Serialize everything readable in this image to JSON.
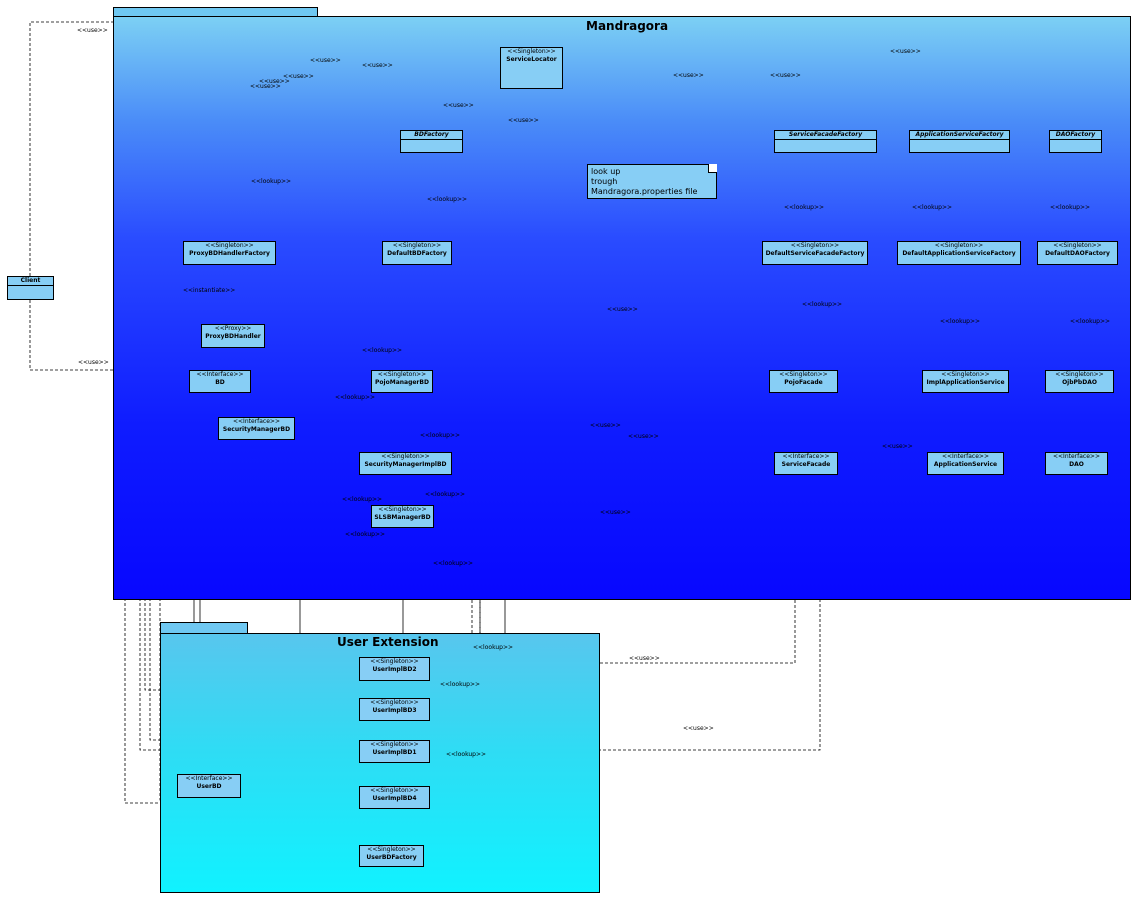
{
  "packages": {
    "mandragora": "Mandragora",
    "user_extension": "User Extension"
  },
  "note": {
    "lines": [
      "look up",
      "trough",
      "Mandragora.properties file"
    ]
  },
  "classes": {
    "client": {
      "name": "Client"
    },
    "service_locator": {
      "stereotype": "<<Singleton>>",
      "name": "ServiceLocator"
    },
    "bd_factory": {
      "name": "BDFactory"
    },
    "service_facade_factory": {
      "name": "ServiceFacadeFactory"
    },
    "application_service_factory": {
      "name": "ApplicationServiceFactory"
    },
    "dao_factory": {
      "name": "DAOFactory"
    },
    "proxy_bd_handler_factory": {
      "stereotype": "<<Singleton>>",
      "name": "ProxyBDHandlerFactory"
    },
    "default_bd_factory": {
      "stereotype": "<<Singleton>>",
      "name": "DefaultBDFactory"
    },
    "default_service_facade_factory": {
      "stereotype": "<<Singleton>>",
      "name": "DefaultServiceFacadeFactory"
    },
    "default_application_service_factory": {
      "stereotype": "<<Singleton>>",
      "name": "DefaultApplicationServiceFactory"
    },
    "default_dao_factory": {
      "stereotype": "<<Singleton>>",
      "name": "DefaultDAOFactory"
    },
    "proxy_bd_handler": {
      "stereotype": "<<Proxy>>",
      "name": "ProxyBDHandler"
    },
    "bd": {
      "stereotype": "<<Interface>>",
      "name": "BD"
    },
    "pojo_manager_bd": {
      "stereotype": "<<Singleton>>",
      "name": "PojoManagerBD"
    },
    "pojo_facade": {
      "stereotype": "<<Singleton>>",
      "name": "PojoFacade"
    },
    "impl_application_service": {
      "stereotype": "<<Singleton>>",
      "name": "ImplApplicationService"
    },
    "ojb_pb_dao": {
      "stereotype": "<<Singleton>>",
      "name": "OjbPbDAO"
    },
    "security_manager_bd": {
      "stereotype": "<<Interface>>",
      "name": "SecurityManagerBD"
    },
    "security_manager_impl_bd": {
      "stereotype": "<<Singleton>>",
      "name": "SecurityManagerImplBD"
    },
    "service_facade": {
      "stereotype": "<<Interface>>",
      "name": "ServiceFacade"
    },
    "application_service": {
      "stereotype": "<<Interface>>",
      "name": "ApplicationService"
    },
    "dao": {
      "stereotype": "<<Interface>>",
      "name": "DAO"
    },
    "slsb_manager_bd": {
      "stereotype": "<<Singleton>>",
      "name": "SLSBManagerBD"
    },
    "user_impl_bd2": {
      "stereotype": "<<Singleton>>",
      "name": "UserImplBD2"
    },
    "user_impl_bd3": {
      "stereotype": "<<Singleton>>",
      "name": "UserImplBD3"
    },
    "user_impl_bd1": {
      "stereotype": "<<Singleton>>",
      "name": "UserImplBD1"
    },
    "user_bd": {
      "stereotype": "<<Interface>>",
      "name": "UserBD"
    },
    "user_impl_bd4": {
      "stereotype": "<<Singleton>>",
      "name": "UserImplBD4"
    },
    "user_bd_factory": {
      "stereotype": "<<Singleton>>",
      "name": "UserBDFactory"
    }
  },
  "labels": {
    "use": "<<use>>",
    "lookup": "<<lookup>>",
    "instantiate": "<<instantiate>>"
  },
  "colors": {
    "class_fill": "#87cef5",
    "mandragora_top": "#7cd0f4",
    "mandragora_bottom": "#0707ff",
    "user_extension_top": "#58c6ee",
    "user_extension_bottom": "#10f2ff"
  }
}
